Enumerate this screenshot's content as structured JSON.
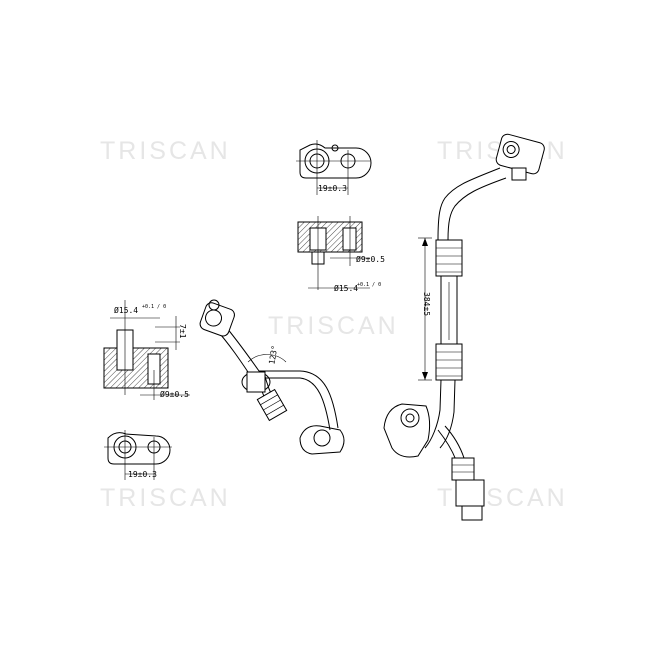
{
  "watermarks": [
    "TRISCAN",
    "TRISCAN",
    "TRISCAN",
    "TRISCAN",
    "TRISCAN"
  ],
  "dimensions": {
    "top_width": "19±0.3",
    "top_bore_small": "Ø9±0.5",
    "top_bore_large": "Ø15.4",
    "top_bore_large_tol": "+0.1 / 0",
    "left_bore_large": "Ø15.4",
    "left_bore_large_tol": "+0.1 / 0",
    "left_depth": "7±1",
    "left_bore_small": "Ø9±0.5",
    "left_width": "19±0.3",
    "angle": "123°",
    "length": "384±5"
  }
}
